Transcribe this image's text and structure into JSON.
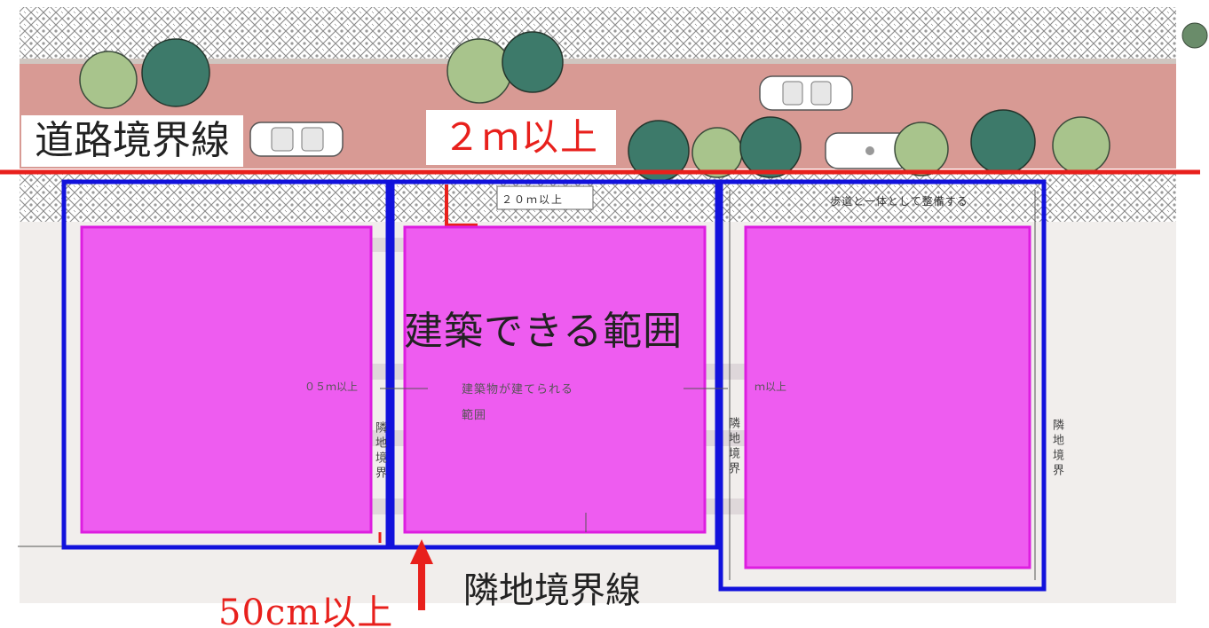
{
  "labels": {
    "road_boundary_line": "道路境界線",
    "setback_2m": "２ｍ以上",
    "buildable_area": "建築できる範囲",
    "neighbor_boundary_line": "隣地境界線",
    "setback_50cm": "50cm以上"
  },
  "background_text": {
    "setback_20m": "２０ｍ以上",
    "sidewalk_note": "歩道と一体として整備する",
    "setback_05m": "０５ｍ以上",
    "building_area_line1": "建築物が建てられる",
    "building_area_line2": "範囲",
    "meters_or_more": "ｍ以上",
    "neighbor_boundary_1": "隣地境界",
    "neighbor_boundary_2": "隣地境界",
    "neighbor_boundary_3": "隣地境界"
  },
  "colors": {
    "road": "#d89a94",
    "sidewalk_pattern": "#9a9a9a",
    "lot_outline": "#1212dc",
    "buildable_fill": "#ee5cf0",
    "buildable_border": "#dd1ee0",
    "road_boundary": "#e8201c",
    "arrow": "#e8201c",
    "tree_dark": "#3d7a6a",
    "tree_light": "#a8c48c"
  }
}
